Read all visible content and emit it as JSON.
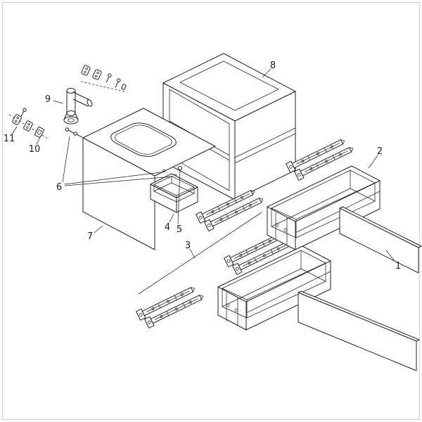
{
  "figure": {
    "type": "exploded-parts-diagram",
    "background_color": "#ffffff",
    "line_color": "#231f20",
    "border_color": "#cccccc",
    "callouts": [
      {
        "label": "1"
      },
      {
        "label": "2"
      },
      {
        "label": "3"
      },
      {
        "label": "4"
      },
      {
        "label": "5"
      },
      {
        "label": "6"
      },
      {
        "label": "7"
      },
      {
        "label": "8"
      },
      {
        "label": "9"
      },
      {
        "label": "10"
      },
      {
        "label": "11"
      }
    ]
  }
}
